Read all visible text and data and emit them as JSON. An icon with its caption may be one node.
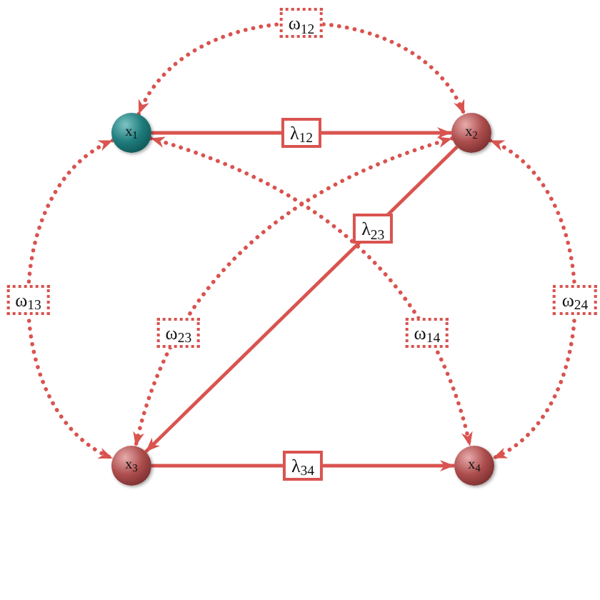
{
  "diagram": {
    "nodes": [
      {
        "text": [
          "x$_{1}$"
        ]
      },
      {
        "text": [
          "x$_{2}$"
        ]
      },
      {
        "text": [
          "x$_{3}$"
        ]
      },
      {
        "text": [
          "x$_{4}$"
        ]
      }
    ],
    "edges": [
      {
        "from": 0,
        "to": 1,
        "arrow": "both",
        "label": "ω$_{12}$",
        "style": "dashed"
      },
      {
        "from": 0,
        "to": 1,
        "arrow": "to",
        "label": "λ$_{12}$"
      },
      {
        "from": 0,
        "to": 2,
        "arrow": "both",
        "label": "ω$_{13}$",
        "style": "dashed"
      },
      {
        "from": 0,
        "to": 3,
        "arrow": "both",
        "label": "ω$_{14}$",
        "style": "dashed"
      },
      {
        "from": 1,
        "to": 2,
        "arrow": "both",
        "label": "ω$_{23}$",
        "style": "dashed"
      },
      {
        "from": 1,
        "to": 2,
        "arrow": "to",
        "label": "λ$_{23}$"
      },
      {
        "from": 1,
        "to": 3,
        "arrow": "both",
        "label": "ω$_{24}$",
        "style": "dashed"
      },
      {
        "from": 2,
        "to": 3,
        "arrow": "to",
        "label": "λ$_{34}$"
      }
    ]
  }
}
